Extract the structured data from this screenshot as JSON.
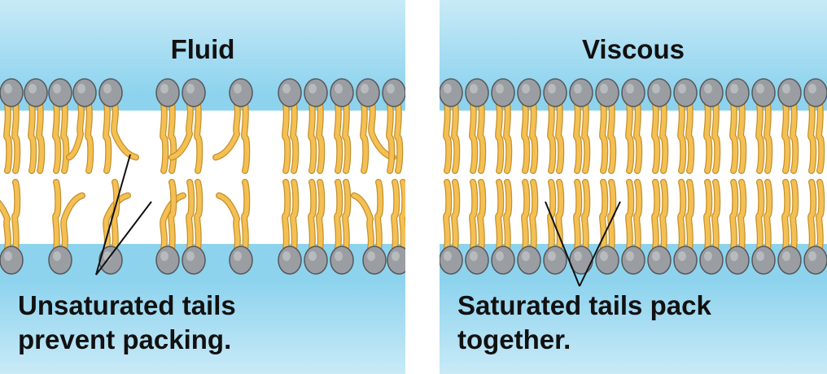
{
  "panels": {
    "fluid": {
      "title": "Fluid",
      "caption_line1": "Unsaturated tails",
      "caption_line2": "prevent packing."
    },
    "viscous": {
      "title": "Viscous",
      "caption_line1": "Saturated tails pack",
      "caption_line2": "together."
    }
  },
  "colors": {
    "water": "#8dd3ee",
    "water_light": "#c9eaf7",
    "membrane_core": "#ffffff",
    "head": "#9a9da1",
    "head_outline": "#54585c",
    "tail": "#f5c053",
    "tail_outline": "#c4902b",
    "pointer": "#111111"
  }
}
